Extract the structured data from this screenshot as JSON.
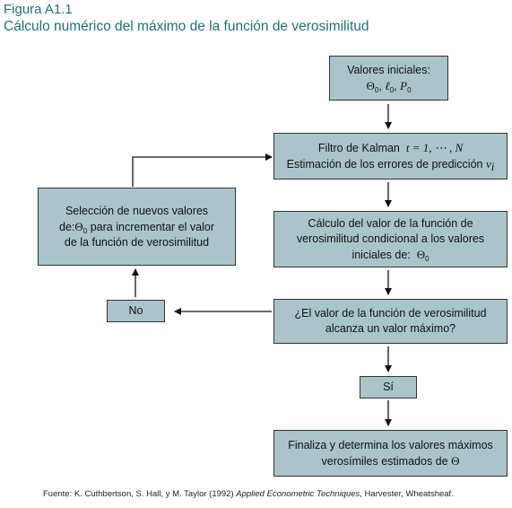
{
  "figure": {
    "label": "Figura A1.1",
    "title": "Cálculo numérico del máximo de la función de verosimilitud"
  },
  "nodes": {
    "initial": {
      "line1": "Valores iniciales:",
      "theta": "Θ",
      "sub0": "0",
      "ell": "ℓ",
      "p": "P",
      "comma": ","
    },
    "kalman": {
      "text": "Filtro de Kalman",
      "t_expr": "t = 1, ⋯ , N",
      "line2": "Estimación de los errores de predicción",
      "v": "v",
      "sub_i": "i"
    },
    "likelihood": {
      "line1": "Cálculo del valor de la función de",
      "line2": "verosimilitud condicional a los valores",
      "line3": "iniciales de:",
      "theta": "Θ",
      "sub0": "0"
    },
    "decision": {
      "line1": "¿El valor de la función de verosimilitud",
      "line2": "alcanza un valor máximo?"
    },
    "no": {
      "label": "No"
    },
    "si": {
      "label": "Sí"
    },
    "selection": {
      "line1": "Selección de nuevos valores",
      "line2_pre": "de:",
      "theta": "Θ",
      "sub0": "0",
      "line2_post": " para incrementar el valor",
      "line3": "de la función de verosimilitud"
    },
    "final": {
      "line1": "Finaliza y determina los valores máximos",
      "line2": "verosímiles estimados de",
      "theta": "Θ"
    }
  },
  "source": {
    "prefix": "Fuente: K. Cuthbertson, S. Hall, y M. Taylor (1992) ",
    "italic": "Applied Econometric Techniques",
    "suffix": ", Harvester, Wheatsheaf."
  },
  "colors": {
    "box_fill": "#a9c5c9",
    "title": "#1f6f7f"
  }
}
